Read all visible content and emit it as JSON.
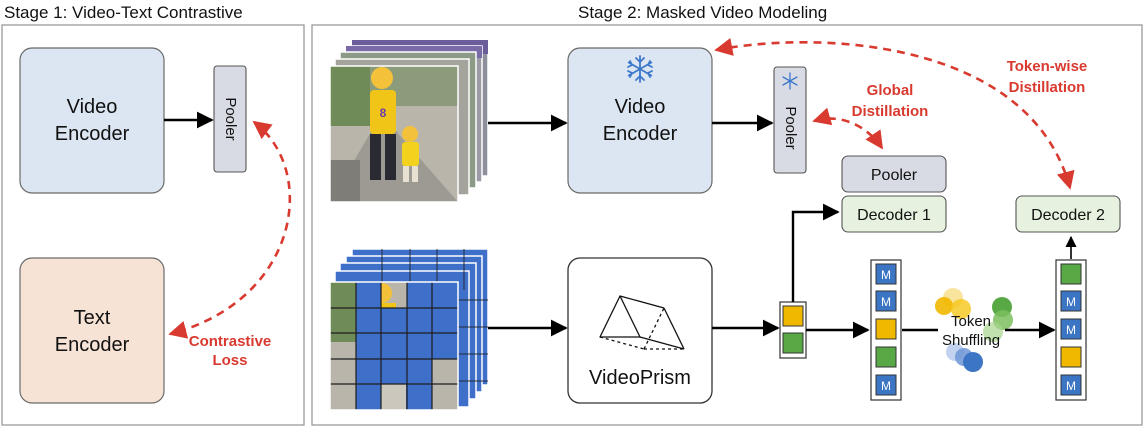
{
  "stage1": {
    "title": "Stage 1: Video-Text Contrastive",
    "video_encoder": [
      "Video",
      "Encoder"
    ],
    "pooler": "Pooler",
    "text_encoder": [
      "Text",
      "Encoder"
    ],
    "contrastive_loss": [
      "Contrastive",
      "Loss"
    ]
  },
  "stage2": {
    "title": "Stage 2: Masked Video Modeling",
    "video_encoder": [
      "Video",
      "Encoder"
    ],
    "pooler_small": "Pooler",
    "global_distillation": [
      "Global",
      "Distillation"
    ],
    "tokenwise_distillation": [
      "Token-wise",
      "Distillation"
    ],
    "pooler": "Pooler",
    "decoder1": "Decoder 1",
    "decoder2": "Decoder 2",
    "videoprism": "VideoPrism",
    "token_shuffling": [
      "Token",
      "Shuffling"
    ],
    "mask_token": "M"
  },
  "colors": {
    "red": "#d93a30",
    "blue_box": "#dce6f2",
    "peach_box": "#f7e3d5",
    "gray_box": "#d8dbe3",
    "green_box": "#e6f2df",
    "token_yellow": "#f1b800",
    "token_green": "#58a845",
    "token_blue": "#3b75c4",
    "grid_blue": "#3e6fc9",
    "snowflake": "#3d78cc"
  },
  "icons": [
    "snowflake-icon",
    "prism-icon",
    "video-frames-image",
    "masked-video-frames-image"
  ]
}
